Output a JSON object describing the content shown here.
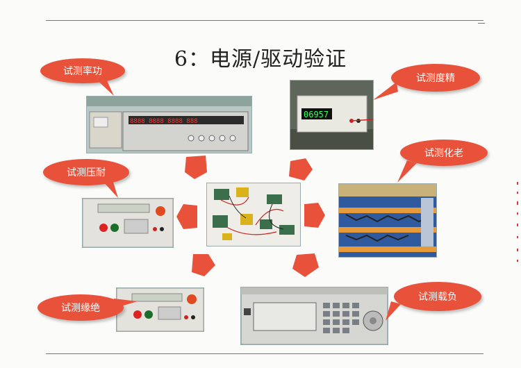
{
  "slide": {
    "title": "6：电源/驱动验证"
  },
  "callouts": {
    "efficiency": "试测率功",
    "accuracy": "试测度精",
    "hipot": "试测压耐",
    "aging": "试测化老",
    "insulation": "试测缘绝",
    "load": "试测载负"
  },
  "colors": {
    "callout": "#e8523a",
    "arrow": "#e8523a",
    "rule": "#777777"
  },
  "readouts": {
    "multimeter": "06957",
    "power_meter": "8888  8888  8888  888"
  }
}
